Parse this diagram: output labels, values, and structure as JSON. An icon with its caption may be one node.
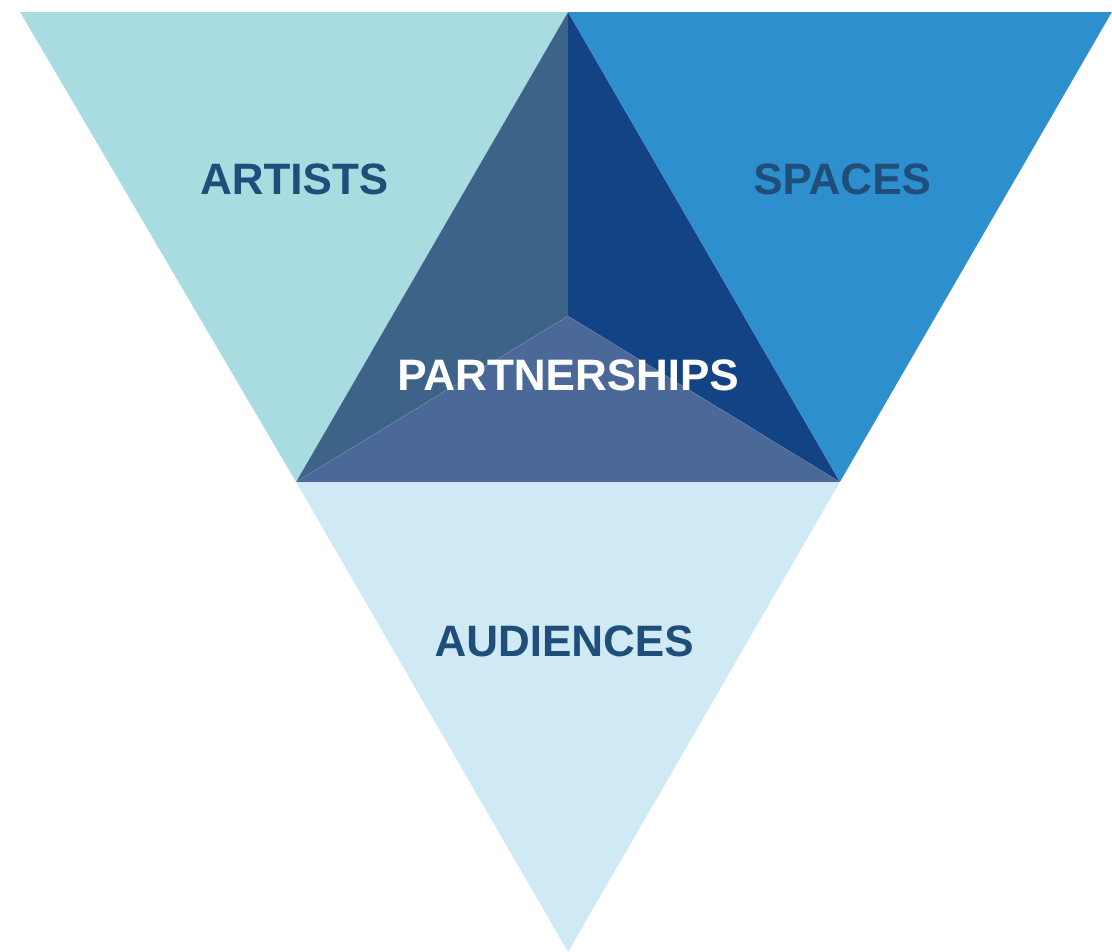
{
  "diagram": {
    "nodes": [
      {
        "text": [
          "ARTISTS"
        ]
      },
      {
        "text": [
          "SPACES"
        ]
      },
      {
        "text": [
          "PARTNERSHIPS"
        ]
      },
      {
        "text": [
          "AUDIENCES"
        ]
      }
    ]
  }
}
